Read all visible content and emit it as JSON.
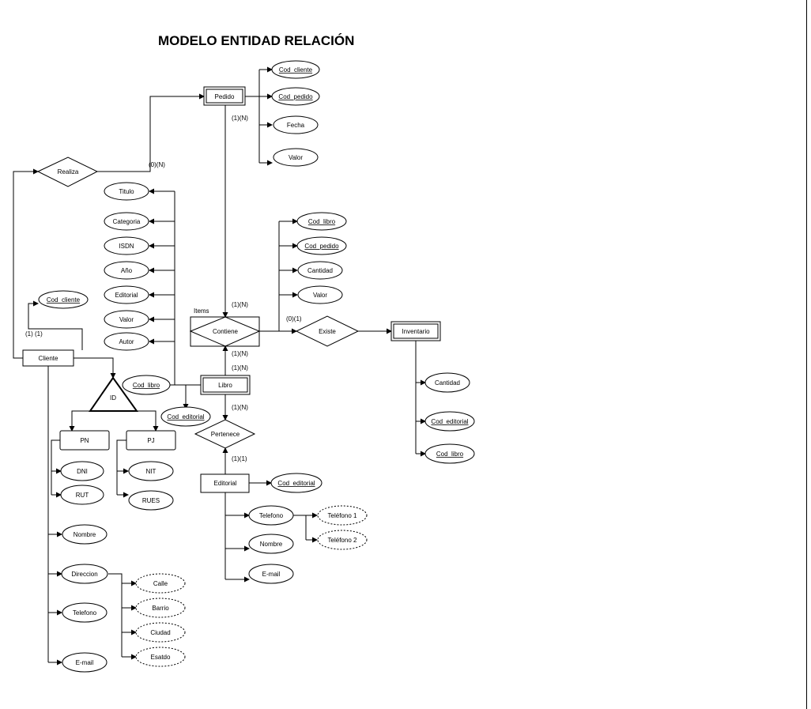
{
  "title": "MODELO ENTIDAD RELACIÓN",
  "entities": {
    "pedido": "Pedido",
    "cliente": "Cliente",
    "libro": "Libro",
    "inventario": "Inventario",
    "editorial": "Editorial",
    "pn": "PN",
    "pj": "PJ"
  },
  "relationships": {
    "realiza": "Realiza",
    "contiene": "Contiene",
    "existe": "Existe",
    "pertenece": "Pertenece"
  },
  "specialization": "ID",
  "items_label": "Items",
  "attributes": {
    "pedido": [
      "Cod_cliente",
      "Cod_pedido",
      "Fecha",
      "Valor"
    ],
    "libro": [
      "Titulo",
      "Categoria",
      "ISDN",
      "Año",
      "Editorial",
      "Valor",
      "Autor"
    ],
    "libro_keys": [
      "Cod_libro",
      "Cod_editorial"
    ],
    "contiene": [
      "Cod_libro",
      "Cod_pedido",
      "Cantidad",
      "Valor"
    ],
    "inventario": [
      "Cantidad",
      "Cod_editorial",
      "Cod_libro"
    ],
    "cliente_key": "Cod_cliente",
    "pn": [
      "DNI",
      "RUT"
    ],
    "pj": [
      "NIT",
      "RUES"
    ],
    "cliente": [
      "Nombre",
      "Direccion",
      "Telefono",
      "E-mail"
    ],
    "direccion": [
      "Calle",
      "Barrio",
      "Ciudad",
      "Esatdo"
    ],
    "editorial_key": "Cod_editorial",
    "editorial": [
      "Telefono",
      "Nombre",
      "E-mail"
    ],
    "editorial_telefono": [
      "Teléfono 1",
      "Teléfono 2"
    ]
  },
  "cardinalities": {
    "pedido_contiene": "(1)(N)",
    "realiza_pedido": "(0)(N)",
    "contiene_top": "(1)(N)",
    "contiene_existe": "(0)(1)",
    "libro_contiene_a": "(1)(N)",
    "libro_contiene_b": "(1)(N)",
    "libro_pertenece": "(1)(N)",
    "editorial_pertenece": "(1)(1)",
    "cliente_cod": "(1) (1)"
  }
}
